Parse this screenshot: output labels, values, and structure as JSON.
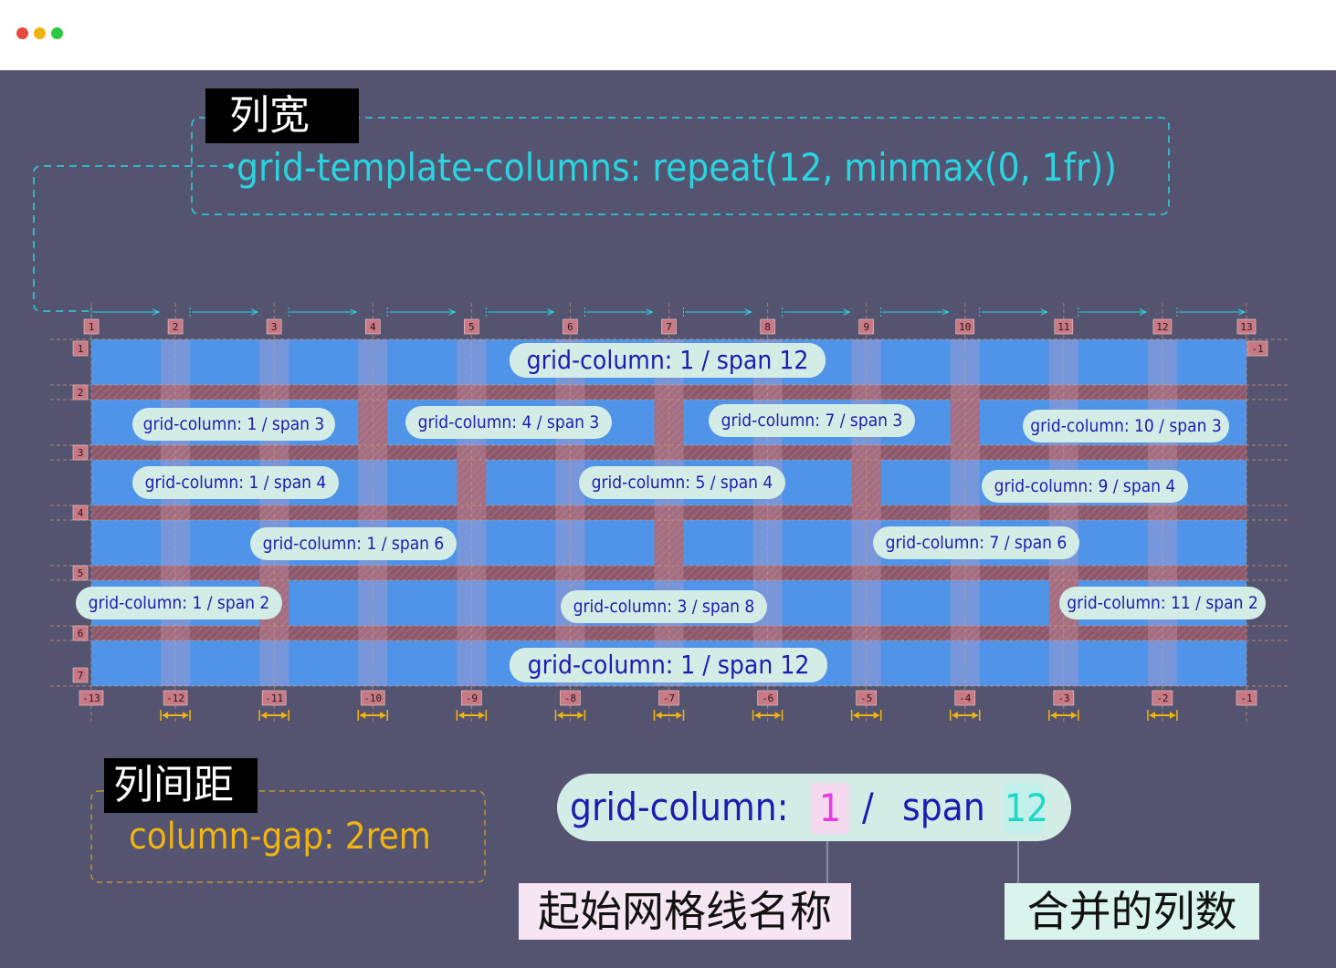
{
  "window": {
    "controls": {
      "close": "#e9483c",
      "minimize": "#f0b20c",
      "maximize": "#2ec840"
    }
  },
  "colors": {
    "background": "#545470",
    "cell": "#4f94e8",
    "gap": "#8c5a6c",
    "column_line": "#2ad4e0",
    "gap_arrow": "#f2b40e",
    "pill": "#d4ece6",
    "pill_text": "#1c1cb0",
    "start_line_highlight": "#e83ce0",
    "span_highlight": "#1cd8c8",
    "marker": "#c87a84"
  },
  "column_width": {
    "tag": "列宽",
    "code": "grid-template-columns: repeat(12, minmax(0, 1fr))"
  },
  "column_gap": {
    "tag": "列间距",
    "code": "column-gap: 2rem"
  },
  "grid": {
    "columns": 12,
    "rows": 6,
    "column_line_labels": [
      "1",
      "2",
      "3",
      "4",
      "5",
      "6",
      "7",
      "8",
      "9",
      "10",
      "11",
      "12",
      "13"
    ],
    "negative_column_line_labels": [
      "-13",
      "-12",
      "-11",
      "-10",
      "-9",
      "-8",
      "-7",
      "-6",
      "-5",
      "-4",
      "-3",
      "-2",
      "-1"
    ],
    "row_line_labels": [
      "1",
      "2",
      "3",
      "4",
      "5",
      "6",
      "7"
    ],
    "end_row_label": "-1",
    "items": [
      {
        "row": 1,
        "start": 1,
        "span": 12,
        "label": "grid-column: 1 / span 12"
      },
      {
        "row": 2,
        "start": 1,
        "span": 3,
        "label": "grid-column: 1 / span 3"
      },
      {
        "row": 2,
        "start": 4,
        "span": 3,
        "label": "grid-column: 4 / span 3"
      },
      {
        "row": 2,
        "start": 7,
        "span": 3,
        "label": "grid-column: 7 / span 3"
      },
      {
        "row": 2,
        "start": 10,
        "span": 3,
        "label": "grid-column: 10 / span 3"
      },
      {
        "row": 3,
        "start": 1,
        "span": 4,
        "label": "grid-column: 1 / span 4"
      },
      {
        "row": 3,
        "start": 5,
        "span": 4,
        "label": "grid-column: 5 / span 4"
      },
      {
        "row": 3,
        "start": 9,
        "span": 4,
        "label": "grid-column: 9 / span 4"
      },
      {
        "row": 4,
        "start": 1,
        "span": 6,
        "label": "grid-column: 1 / span 6"
      },
      {
        "row": 4,
        "start": 7,
        "span": 6,
        "label": "grid-column: 7 / span 6"
      },
      {
        "row": 5,
        "start": 1,
        "span": 2,
        "label": "grid-column: 1 / span 2"
      },
      {
        "row": 5,
        "start": 3,
        "span": 8,
        "label": "grid-column: 3 / span 8"
      },
      {
        "row": 5,
        "start": 11,
        "span": 2,
        "label": "grid-column: 11 / span 2"
      },
      {
        "row": 6,
        "start": 1,
        "span": 12,
        "label": "grid-column: 1 / span 12"
      }
    ]
  },
  "syntax": {
    "prefix": "grid-column:",
    "start_value": "1",
    "separator": "/",
    "span_keyword": "span",
    "span_value": "12",
    "start_caption": "起始网格线名称",
    "span_caption": "合并的列数"
  }
}
